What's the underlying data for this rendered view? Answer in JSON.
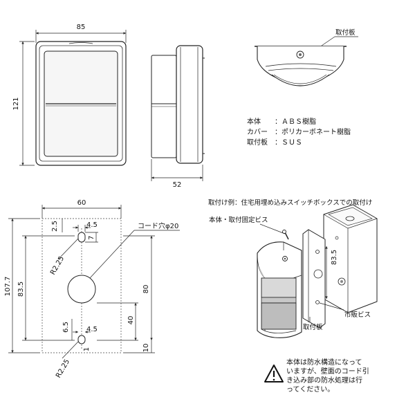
{
  "front_view": {
    "width_label": "85",
    "height_label": "121"
  },
  "side_view": {
    "depth_label": "52"
  },
  "top_view": {
    "plate_label": "取付板"
  },
  "materials": [
    {
      "part": "本体",
      "material": "：ＡＢＳ樹脂"
    },
    {
      "part": "カバー",
      "material": "：ポリカーボネート樹脂"
    },
    {
      "part": "取付板",
      "material": "：ＳＵＳ"
    }
  ],
  "plate_drawing": {
    "width": "60",
    "total_height": "107.7",
    "hole_span": "83.5",
    "cord_hole": "コード穴φ20",
    "dims": {
      "d2_5": "2.5",
      "d4_5_top": "4.5",
      "d7": "7",
      "r2_25_top": "R2.25",
      "d80": "80",
      "d40": "40",
      "d6_5": "6.5",
      "d4_5_bot": "4.5",
      "d1": "1",
      "d10": "10",
      "r2_25_bot": "R2.25"
    }
  },
  "install_example": {
    "title": "取付け例：住宅用埋め込みスイッチボックスでの取付け",
    "screw_label": "本体・取付固定ビス",
    "dim_83_5": "83.5",
    "commercial_screw": "市販ビス",
    "plate_label": "取付板"
  },
  "warning": {
    "icon": "warning-triangle-icon",
    "lines": [
      "本体は防水構造になって",
      "いますが、壁面のコード引",
      "き込み部の防水処理は行",
      "ってください。"
    ]
  }
}
